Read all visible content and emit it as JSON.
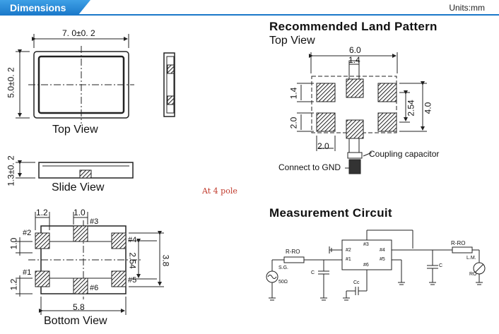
{
  "header": {
    "title": "Dimensions",
    "units": "Units:mm"
  },
  "top_view": {
    "width_dim": "7. 0±0. 2",
    "height_dim": "5.0±0. 2",
    "caption": "Top View"
  },
  "slide_view": {
    "height_dim": "1.3±0. 2",
    "caption": "Slide View"
  },
  "bottom_view": {
    "dim_pad_w": "1.2",
    "dim_pad_w2": "1.0",
    "dim_pad_h": "1.0",
    "dim_pad_h2": "1.2",
    "dim_pitch": "2.54",
    "dim_height": "3.8",
    "dim_width": "5.8",
    "pins": {
      "p1": "#1",
      "p2": "#2",
      "p3": "#3",
      "p4": "#4",
      "p5": "#5",
      "p6": "#6"
    },
    "caption": "Bottom View"
  },
  "note": "At 4 pole",
  "land_pattern": {
    "title": "Recommended Land Pattern",
    "subtitle": "Top View",
    "dim_width": "6.0",
    "dim_center": "1.4",
    "dim_pad_h": "1.4",
    "dim_pitch": "2.54",
    "dim_height": "4.0",
    "dim_pad_h2": "2.0",
    "dim_pad_w": "2.0",
    "coupling_label": "Coupling capacitor",
    "gnd_label": "Connect to GND"
  },
  "measurement": {
    "title": "Measurement Circuit",
    "r_ro_left": "R-RO",
    "r_ro_right": "R-RO",
    "sg": "S.G.",
    "ohm": "50Ω",
    "c_left": "C",
    "c_right": "C",
    "cc": "Cc",
    "lm": "L.M.",
    "ro": "RO",
    "pin1": "#1",
    "pin2": "#2",
    "pin3": "#3",
    "pin4": "#4",
    "pin5": "#5",
    "pin6": "#6"
  }
}
